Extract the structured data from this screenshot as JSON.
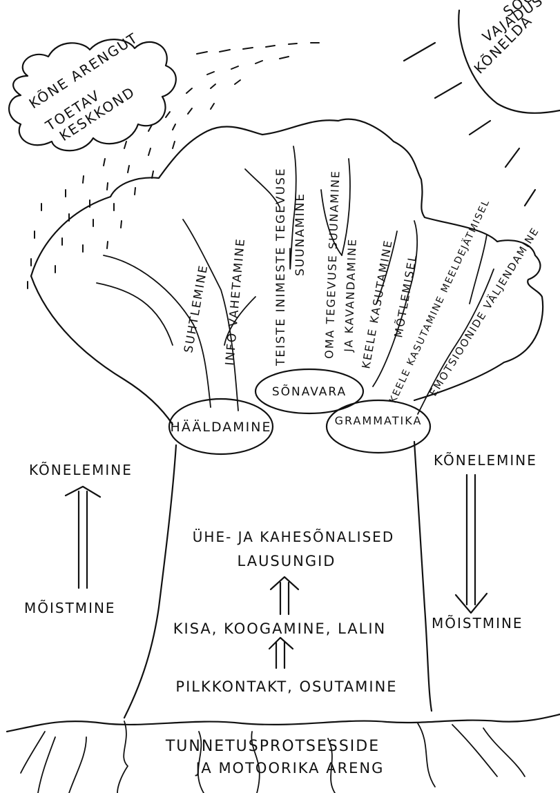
{
  "colors": {
    "ink": "#111111",
    "paper": "#ffffff"
  },
  "cloud": {
    "line1": "KÕNE ARENGUT",
    "line2": "TOETAV",
    "line3": "KESKKOND"
  },
  "sun": {
    "line1": "SOOV,",
    "line2": "VAJADUS",
    "line3": "KÕNELDA"
  },
  "branches": {
    "suhtlemine": "SUHTLEMINE",
    "info": "INFO VAHETAMINE",
    "teiste_1": "TEISTE INIMESTE TEGEVUSE",
    "teiste_2": "SUUNAMINE",
    "oma_1": "OMA TEGEVUSE SUUNAMINE",
    "oma_2": "JA KAVANDAMINE",
    "keele_1": "KEELE KASUTAMINE",
    "keele_2": "MÕTLEMISEL",
    "keele_meel_1": "KEELE KASUTAMINE MEELDEJÄTMISEL",
    "emotsioon_1": "EMOTSIOONIDE VÄLJENDAMINE"
  },
  "nodes": {
    "haaldamine": "HÄÄLDAMINE",
    "sonavara": "SÕNAVARA",
    "grammatika": "GRAMMATIKA"
  },
  "sides": {
    "left_top": "KÕNELEMINE",
    "left_bottom": "MÕISTMINE",
    "right_top": "KÕNELEMINE",
    "right_bottom": "MÕISTMINE"
  },
  "trunk": {
    "lausungid_1": "ÜHE- JA KAHESÕNALISED",
    "lausungid_2": "LAUSUNGID",
    "kisa": "KISA, KOOGAMINE, LALIN",
    "pilk": "PILKKONTAKT, OSUTAMINE"
  },
  "roots": {
    "line1": "TUNNETUSPROTSESSIDE",
    "line2": "JA MOTOORIKA ARENG"
  }
}
